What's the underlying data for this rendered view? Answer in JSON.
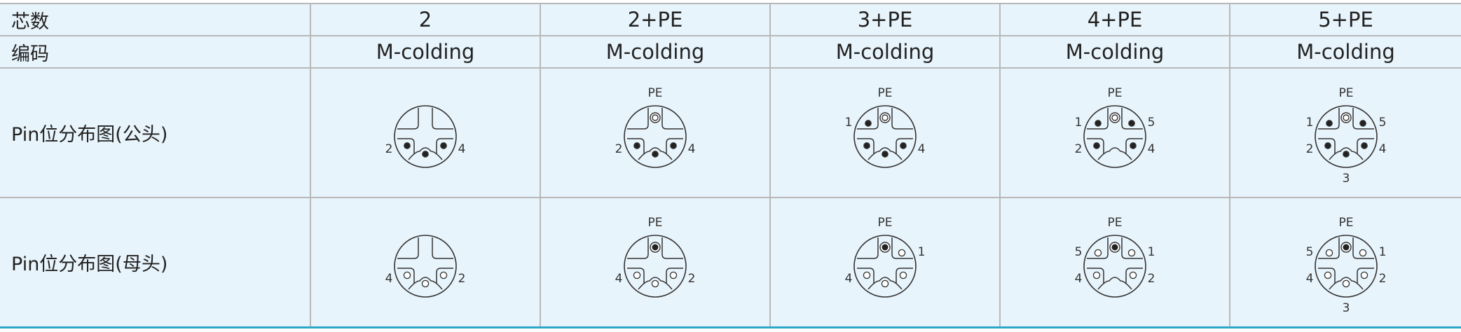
{
  "table": {
    "header_label": "芯数",
    "coding_label": "编码",
    "male_label": "Pin位分布图(公头)",
    "female_label": "Pin位分布图(母头)",
    "columns": [
      {
        "cores": "2",
        "coding": "M-colding"
      },
      {
        "cores": "2+PE",
        "coding": "M-colding"
      },
      {
        "cores": "3+PE",
        "coding": "M-colding"
      },
      {
        "cores": "4+PE",
        "coding": "M-colding"
      },
      {
        "cores": "5+PE",
        "coding": "M-colding"
      }
    ]
  },
  "pin_labels": {
    "pe": "PE",
    "n1": "1",
    "n2": "2",
    "n3": "3",
    "n4": "4",
    "n5": "5"
  },
  "colors": {
    "background": "#e8f4fb",
    "border": "#b8b8b8",
    "accent_bottom_border": "#2aa7c9",
    "text": "#222222"
  }
}
